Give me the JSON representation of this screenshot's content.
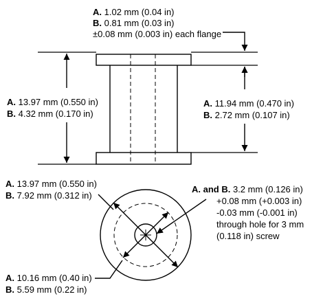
{
  "side_view": {
    "flange_thickness": {
      "line_a": {
        "key": "A.",
        "text": "1.02 mm (0.04 in)"
      },
      "line_b": {
        "key": "B.",
        "text": "0.81 mm (0.03 in)"
      },
      "line_tol": {
        "text": "±0.08 mm (0.003 in) each flange"
      }
    },
    "overall_length": {
      "line_a": {
        "key": "A.",
        "text": "13.97 mm (0.550 in)"
      },
      "line_b": {
        "key": "B.",
        "text": "4.32 mm (0.170 in)"
      }
    },
    "inner_length": {
      "line_a": {
        "key": "A.",
        "text": "11.94 mm (0.470 in)"
      },
      "line_b": {
        "key": "B.",
        "text": "2.72 mm (0.107 in)"
      }
    }
  },
  "end_view": {
    "outer_diameter": {
      "line_a": {
        "key": "A.",
        "text": "13.97 mm (0.550 in)"
      },
      "line_b": {
        "key": "B.",
        "text": "7.92 mm (0.312 in)"
      }
    },
    "through_hole": {
      "line_1": {
        "key": "A. and B.",
        "text": "3.2 mm (0.126 in)"
      },
      "line_2": {
        "text": "+0.08 mm (+0.003 in)"
      },
      "line_3": {
        "text": "-0.03 mm (-0.001 in)"
      },
      "line_4": {
        "text": "through hole for 3 mm"
      },
      "line_5": {
        "text": "(0.118 in) screw"
      }
    },
    "body_diameter": {
      "line_a": {
        "key": "A.",
        "text": "10.16 mm (0.40 in)"
      },
      "line_b": {
        "key": "B.",
        "text": "5.59 mm (0.22 in)"
      }
    }
  }
}
